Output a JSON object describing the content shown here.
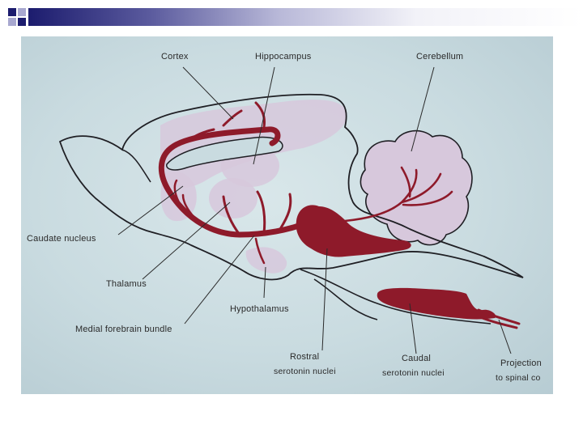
{
  "colors": {
    "header_navy": "#1c1c6e",
    "header_lavender": "#a8a8d0",
    "pathway": "#8e1a2a",
    "brain_fill": "#d7c8dc",
    "outline": "#1f1f24"
  },
  "diagram": {
    "labels": {
      "cortex": "Cortex",
      "hippocampus": "Hippocampus",
      "cerebellum": "Cerebellum",
      "caudate_nucleus": "Caudate nucleus",
      "thalamus": "Thalamus",
      "hypothalamus": "Hypothalamus",
      "medial_forebrain_bundle": "Medial forebrain bundle",
      "rostral_line1": "Rostral",
      "rostral_line2": "serotonin nuclei",
      "caudal_line1": "Caudal",
      "caudal_line2": "serotonin nuclei",
      "projection_line1": "Projection",
      "projection_line2": "to spinal co"
    }
  }
}
